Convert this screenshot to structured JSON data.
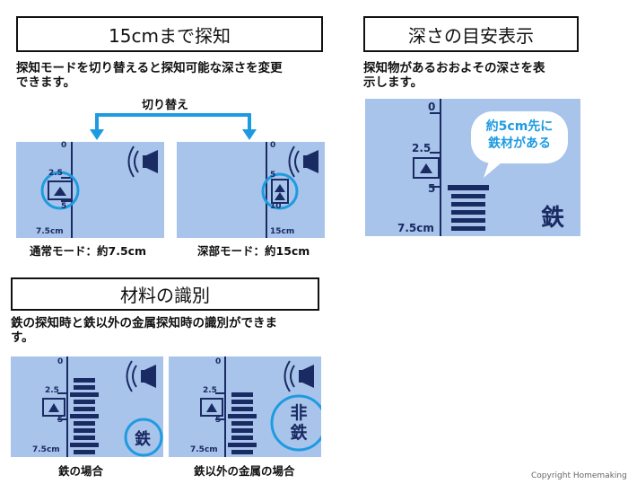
{
  "sec1": {
    "title": "15cmまで探知",
    "desc_line1": "探知モードを切り替えると探知可能な深さを変更",
    "desc_line2": "できます。",
    "switch_label": "切り替え",
    "normal": {
      "t0": "0",
      "t1": "2.5",
      "t2": "5",
      "t3": "7.5cm",
      "caption": "通常モード：約7.5cm"
    },
    "deep": {
      "t0": "0",
      "t1": "5",
      "t2": "10",
      "t3": "15cm",
      "caption": "深部モード：約15cm"
    }
  },
  "sec2": {
    "title": "深さの目安表示",
    "desc_line1": "探知物があるおおよその深さを表",
    "desc_line2": "示します。",
    "t0": "0",
    "t1": "2.5",
    "t2": "5",
    "t3": "7.5cm",
    "bubble_line1": "約5cm先に",
    "bubble_line2": "鉄材がある",
    "iron_char": "鉄"
  },
  "sec3": {
    "title": "材料の識別",
    "desc_line1": "鉄の探知時と鉄以外の金属探知時の識別ができま",
    "desc_line2": "す。",
    "iron": {
      "t0": "0",
      "t1": "2.5",
      "t2": "5",
      "t3": "7.5cm",
      "mark": "鉄",
      "caption": "鉄の場合"
    },
    "nonferrous": {
      "t0": "0",
      "t1": "2.5",
      "t2": "5",
      "t3": "7.5cm",
      "mark1": "非",
      "mark2": "鉄",
      "caption": "鉄以外の金属の場合"
    }
  },
  "copyright": "Copyright Homemaking",
  "colors": {
    "screen": "#a8c4ea",
    "lcd": "#1a2a63",
    "accent": "#1e9be0"
  },
  "icons": [
    "speaker-icon",
    "up-arrow-icon",
    "double-up-arrow-icon"
  ]
}
